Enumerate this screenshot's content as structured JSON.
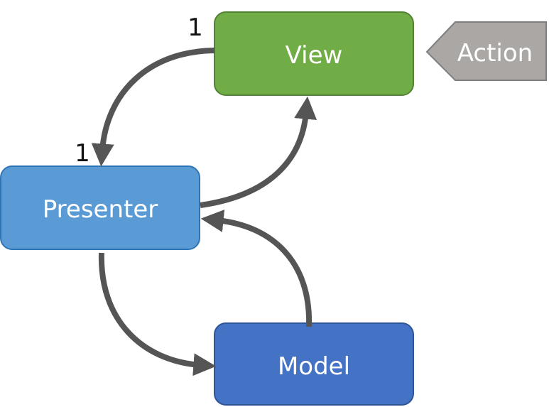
{
  "nodes": {
    "view": {
      "label": "View",
      "fill": "#70AD47",
      "stroke": "#548235"
    },
    "presenter": {
      "label": "Presenter",
      "fill": "#5B9BD5",
      "stroke": "#2E75B6"
    },
    "model": {
      "label": "Model",
      "fill": "#4472C4",
      "stroke": "#2F5597"
    }
  },
  "action": {
    "label": "Action",
    "fill": "#AAA7A5",
    "stroke": "#7F7F7F"
  },
  "multiplicity": {
    "view_end": "1",
    "presenter_end": "1"
  },
  "arrow_color": "#555555"
}
